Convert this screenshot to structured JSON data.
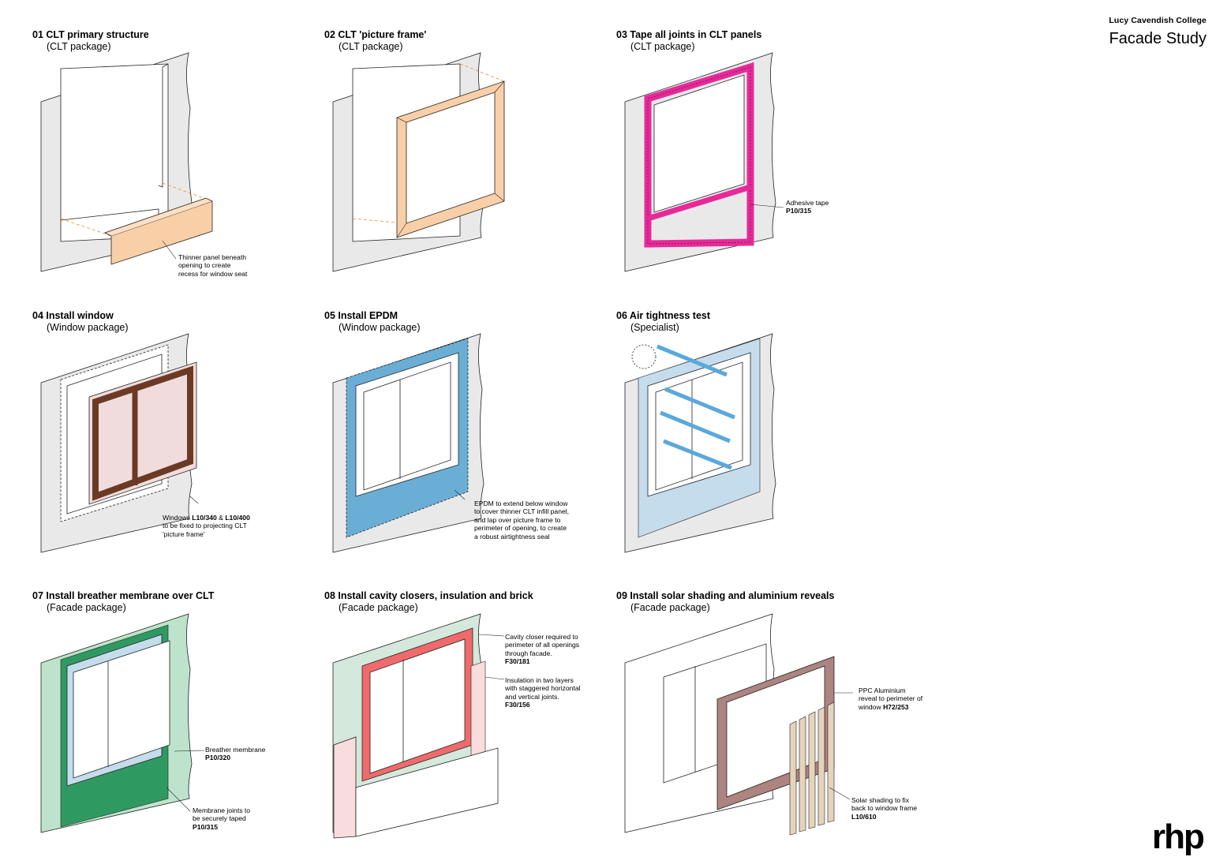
{
  "header": {
    "college": "Lucy Cavendish College",
    "title": "Facade Study"
  },
  "logo": "rhp",
  "panels": [
    {
      "title": "01 CLT primary structure",
      "subtitle": "(CLT package)",
      "note": {
        "lines": [
          "Thinner panel beneath",
          "opening to create",
          "recess for window seat"
        ]
      }
    },
    {
      "title": "02 CLT 'picture frame'",
      "subtitle": "(CLT package)"
    },
    {
      "title": "03 Tape all joints in CLT panels",
      "subtitle": "(CLT package)",
      "note": {
        "lines": [
          "Adhesive tape"
        ],
        "code": "P10/315"
      }
    },
    {
      "title": "04 Install window",
      "subtitle": "(Window package)",
      "note": {
        "l1a": "Windows ",
        "l1b": "L10/340",
        "l1c": " & ",
        "l1d": "L10/400",
        "lines": [
          "to be fixed to projecting CLT",
          "'picture frame'"
        ]
      }
    },
    {
      "title": "05 Install EPDM",
      "subtitle": "(Window package)",
      "note": {
        "lines": [
          "EPDM to extend below window",
          "to cover thinner CLT infill panel,",
          "and lap over picture frame to",
          "perimeter of opening, to create",
          "a robust airtightness seal"
        ]
      }
    },
    {
      "title": "06 Air tightness test",
      "subtitle": "(Specialist)"
    },
    {
      "title": "07 Install breather membrane over CLT",
      "subtitle": "(Facade package)",
      "note_a": {
        "lines": [
          "Breather membrane"
        ],
        "code": "P10/320"
      },
      "note_b": {
        "lines": [
          "Membrane joints to",
          "be securely taped"
        ],
        "code": "P10/315"
      }
    },
    {
      "title": "08 Install cavity closers, insulation and brick",
      "subtitle": "(Facade package)",
      "note_a": {
        "lines": [
          "Cavity closer required to",
          "perimeter of all openings",
          "through facade."
        ],
        "code": "F30/181"
      },
      "note_b": {
        "lines": [
          "Insulation in two layers",
          "with staggered horizontal",
          "and vertical joints."
        ],
        "code": "F30/156"
      }
    },
    {
      "title": "09 Install solar shading and aluminium reveals",
      "subtitle": "(Facade package)",
      "note_a": {
        "lines": [
          "PPC Aluminium",
          "reveal to perimeter of"
        ],
        "l3a": "window ",
        "l3b": "H72/253"
      },
      "note_b": {
        "lines": [
          "Solar shading to fix",
          "back to window frame"
        ],
        "code": "L10/610"
      }
    }
  ],
  "colors": {
    "clt_orange": "#f8cfa6",
    "tape_pink": "#e8299a",
    "window_brown": "#6b3a24",
    "epdm_blue": "#6aaed6",
    "air_blue": "#c4dcec",
    "membrane_green": "#2e9a62",
    "cavity_red": "#ef6b6b",
    "insulation_pink": "#f9dcdc",
    "aluminium_brown": "#ad8480",
    "shading_beige": "#e5d3bc"
  }
}
